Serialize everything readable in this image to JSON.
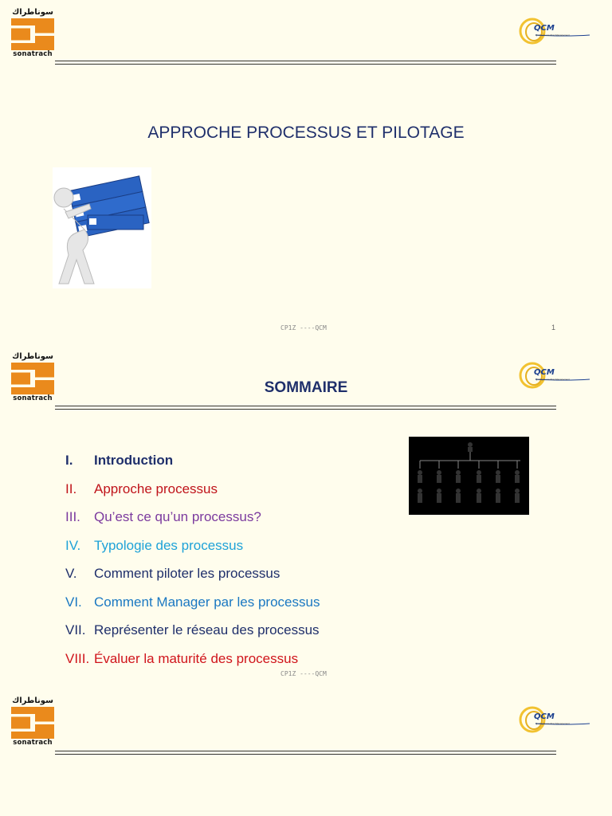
{
  "logos": {
    "sonatrach_arabic": "سوناطراك",
    "sonatrach_latin": "sonatrach",
    "qcm_text": "QCM",
    "qcm_sub": "Quality Consulting Management"
  },
  "slide1": {
    "title": "APPROCHE PROCESSUS ET PILOTAGE",
    "footer": "CP1Z ----QCM",
    "page": "1",
    "image_icon": "figure-carrying-binders-icon"
  },
  "slide2": {
    "title": "SOMMAIRE",
    "footer": "CP1Z ----QCM",
    "image_icon": "org-chart-icon",
    "toc": [
      {
        "num": "I.",
        "text": "Introduction",
        "color": "#1f2f6b",
        "bold": true
      },
      {
        "num": "II.",
        "text": "Approche processus",
        "color": "#c0141b",
        "bold": false
      },
      {
        "num": "III.",
        "text": "Qu’est ce qu’un processus?",
        "color": "#7b3a9e",
        "bold": false
      },
      {
        "num": "IV.",
        "text": "Typologie des processus",
        "color": "#1ea2d8",
        "bold": false
      },
      {
        "num": "V.",
        "text": "Comment piloter les processus",
        "color": "#1f2f6b",
        "bold": false
      },
      {
        "num": "VI.",
        "text": "Comment Manager par les processus",
        "color": "#1a78c2",
        "bold": false
      },
      {
        "num": "VII.",
        "text": "Représenter le réseau des processus",
        "color": "#1f2f6b",
        "bold": false
      },
      {
        "num": "VIII.",
        "text": "Évaluer la maturité des processus",
        "color": "#d0141b",
        "bold": false
      }
    ]
  },
  "colors": {
    "background": "#fffded",
    "title": "#1f2f6b",
    "sonatrach_orange": "#ea8a1c",
    "qcm_yellow": "#f2c230",
    "qcm_blue": "#1b3f8f"
  }
}
